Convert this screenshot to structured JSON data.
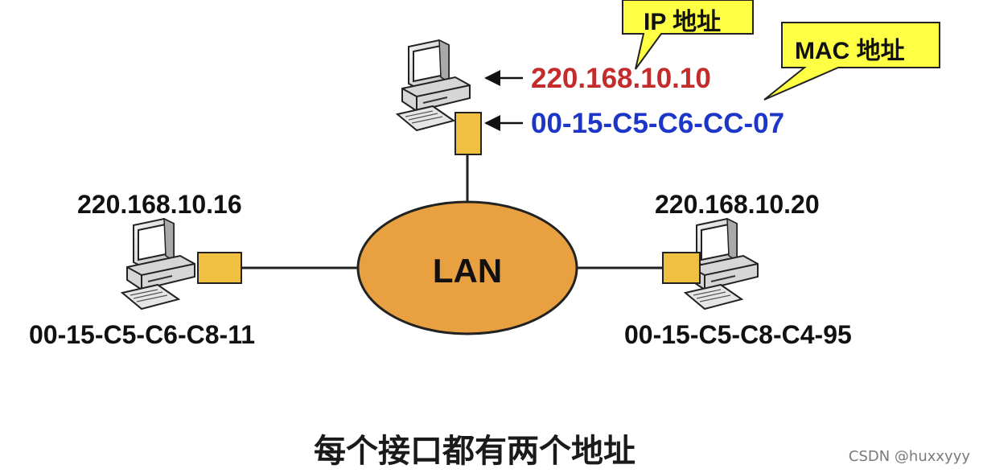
{
  "colors": {
    "ip_highlight": "#c42b2b",
    "mac_highlight": "#1c36c8",
    "lan_fill": "#e8a040",
    "callout_fill": "#ffff44",
    "nic_fill": "#f0c040"
  },
  "callouts": {
    "ip": "IP 地址",
    "mac": "MAC 地址"
  },
  "hosts": {
    "top": {
      "ip": "220.168.10.10",
      "mac": "00-15-C5-C6-CC-07"
    },
    "left": {
      "ip": "220.168.10.16",
      "mac": "00-15-C5-C6-C8-11"
    },
    "right": {
      "ip": "220.168.10.20",
      "mac": "00-15-C5-C8-C4-95"
    }
  },
  "lan": {
    "label": "LAN"
  },
  "caption": "每个接口都有两个地址",
  "watermark": "CSDN @huxxyyy",
  "icons": [
    "computer-icon",
    "network-interface-card",
    "lan-ellipse",
    "callout-bubble"
  ]
}
